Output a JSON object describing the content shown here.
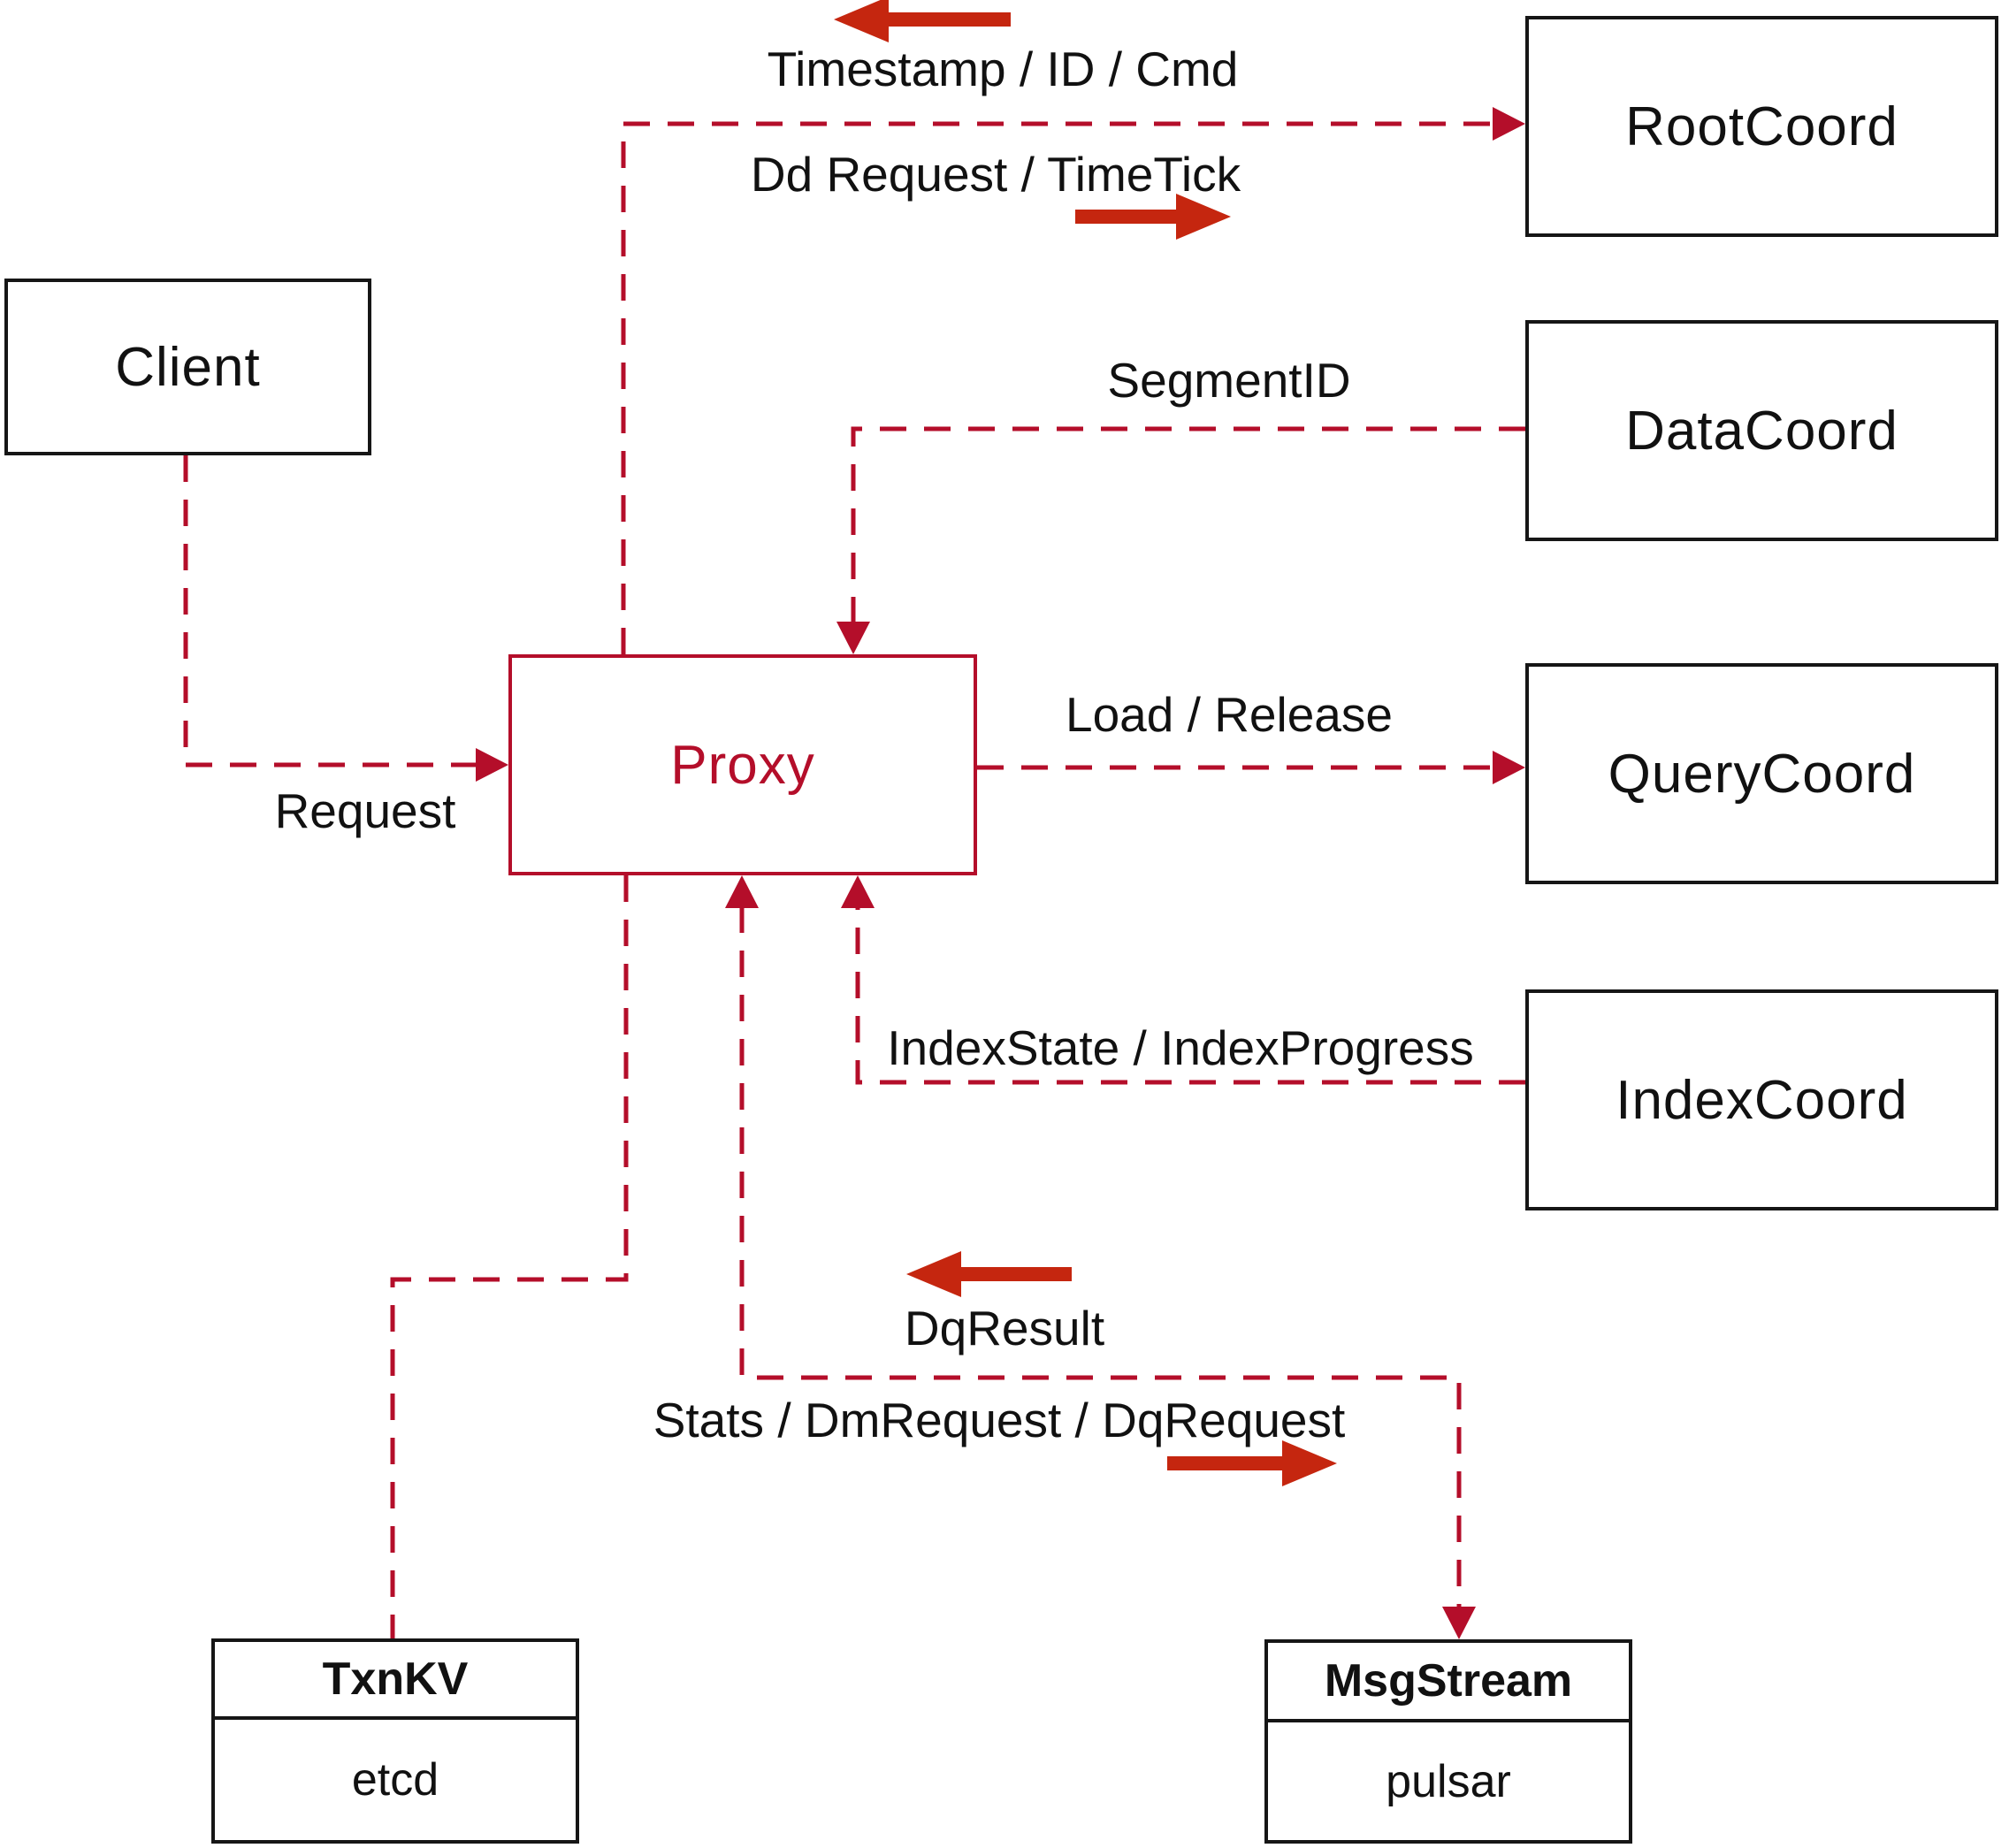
{
  "diagram": {
    "nodes": {
      "client": {
        "label": "Client"
      },
      "proxy": {
        "label": "Proxy"
      },
      "rootcoord": {
        "label": "RootCoord"
      },
      "datacoord": {
        "label": "DataCoord"
      },
      "querycoord": {
        "label": "QueryCoord"
      },
      "indexcoord": {
        "label": "IndexCoord"
      },
      "txnkv": {
        "title": "TxnKV",
        "subtitle": "etcd"
      },
      "msgstream": {
        "title": "MsgStream",
        "subtitle": "pulsar"
      }
    },
    "edge_labels": {
      "timestamp": "Timestamp / ID / Cmd",
      "dd_request": "Dd Request / TimeTick",
      "request": "Request",
      "segment_id": "SegmentID",
      "load_release": "Load / Release",
      "index_state": "IndexState / IndexProgress",
      "dq_result": "DqResult",
      "stats": "Stats / DmRequest / DqRequest"
    },
    "colors": {
      "dashed_line": "#b40e2a",
      "solid_arrow": "#c5260f",
      "box_border": "#161616",
      "text": "#111111"
    }
  }
}
